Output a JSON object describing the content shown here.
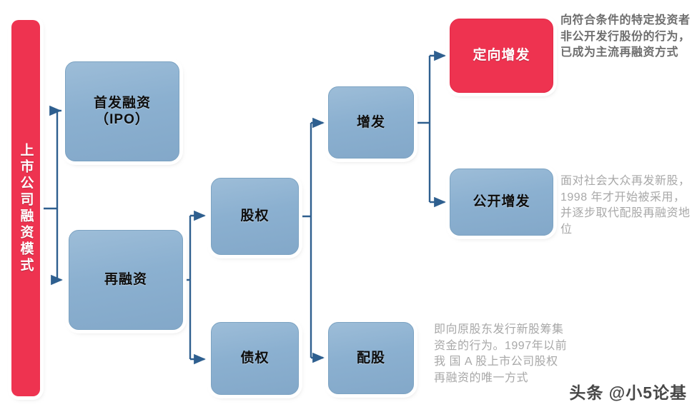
{
  "diagram": {
    "title": "上市公司融资模式",
    "colors": {
      "accent_red": "#ee3350",
      "node_blue": "#8bb0d0",
      "connector": "#2e5f8f",
      "annotation_strong": "#6e6e6e",
      "annotation_soft": "#a8a8a8"
    },
    "root": {
      "label": "上市公司融资模式"
    },
    "nodes": [
      {
        "id": "ipo",
        "label": "首发融资\n（IPO）",
        "color": "blue"
      },
      {
        "id": "refinance",
        "label": "再融资",
        "color": "blue"
      },
      {
        "id": "equity",
        "label": "股权",
        "color": "blue"
      },
      {
        "id": "debt",
        "label": "债权",
        "color": "blue"
      },
      {
        "id": "issuance",
        "label": "增发",
        "color": "blue"
      },
      {
        "id": "rights",
        "label": "配股",
        "color": "blue"
      },
      {
        "id": "private",
        "label": "定向增发",
        "color": "red"
      },
      {
        "id": "public",
        "label": "公开增发",
        "color": "blue"
      }
    ],
    "annotations": [
      {
        "id": "private-note",
        "style": "strong",
        "text": "向符合条件的特定投资者非公开发行股份的行为，已成为主流再融资方式"
      },
      {
        "id": "public-note",
        "style": "soft",
        "text": "面对社会大众再发新股，1998 年才开始被采用，并逐步取代配股再融资地位"
      },
      {
        "id": "rights-note",
        "style": "soft",
        "text": "即向原股东发行新股筹集资金的行为。1997年以前我 国 A 股上市公司股权再融资的唯一方式"
      }
    ],
    "watermark": "头条 @小5论基"
  }
}
